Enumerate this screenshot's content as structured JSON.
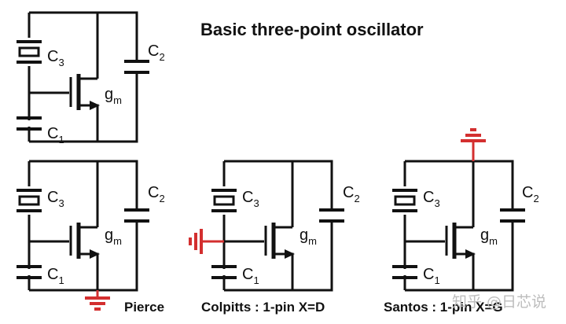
{
  "title": "Basic three-point oscillator",
  "components": {
    "c3": "C",
    "c3_sub": "3",
    "c2": "C",
    "c2_sub": "2",
    "c1": "C",
    "c1_sub": "1",
    "gm": "g",
    "gm_sub": "m"
  },
  "captions": {
    "pierce": "Pierce",
    "colpitts": "Colpitts : 1-pin X=D",
    "santos": "Santos : 1-pin X=G"
  },
  "watermark": "知乎 @日芯说",
  "colors": {
    "wire": "#111111",
    "ground": "#d32f2f",
    "text": "#111111"
  }
}
